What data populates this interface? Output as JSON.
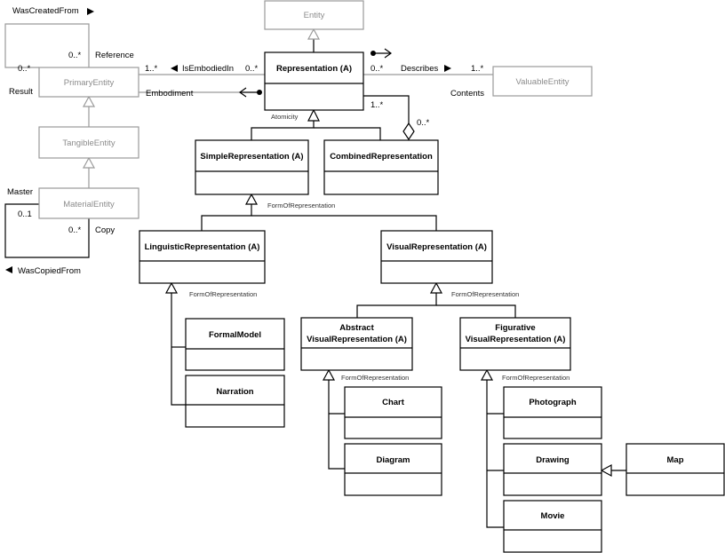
{
  "classes": {
    "entity": "Entity",
    "representation": "Representation (A)",
    "primary_entity": "PrimaryEntity",
    "valuable_entity": "ValuableEntity",
    "tangible_entity": "TangibleEntity",
    "material_entity": "MaterialEntity",
    "simple_representation": "SimpleRepresentation (A)",
    "combined_representation": "CombinedRepresentation",
    "linguistic_representation": "LinguisticRepresentation (A)",
    "visual_representation": "VisualRepresentation (A)",
    "formal_model": "FormalModel",
    "narration": "Narration",
    "abstract_visual_line1": "Abstract",
    "abstract_visual_line2": "VisualRepresentation (A)",
    "figurative_visual_line1": "Figurative",
    "figurative_visual_line2": "VisualRepresentation (A)",
    "chart": "Chart",
    "diagram": "Diagram",
    "photograph": "Photograph",
    "drawing": "Drawing",
    "map": "Map",
    "movie": "Movie"
  },
  "labels": {
    "was_created_from": "WasCreatedFrom",
    "reference": "Reference",
    "result": "Result",
    "mult_0_many_a": "0..*",
    "mult_0_many_b": "0..*",
    "mult_1_many_a": "1..*",
    "is_embodied_in": "IsEmbodiedIn",
    "mult_0_many_c": "0..*",
    "embodiment": "Embodiment",
    "mult_0_many_d": "0..*",
    "describes": "Describes",
    "mult_1_many_b": "1..*",
    "contents": "Contents",
    "mult_1_many_c": "1..*",
    "mult_0_many_e": "0..*",
    "atomicity": "Atomicity",
    "master": "Master",
    "mult_0_1": "0..1",
    "mult_0_many_f": "0..*",
    "copy": "Copy",
    "was_copied_from": "WasCopiedFrom",
    "form_of_representation_1": "FormOfRepresentation",
    "form_of_representation_2": "FormOfRepresentation",
    "form_of_representation_3": "FormOfRepresentation",
    "form_of_representation_4": "FormOfRepresentation",
    "form_of_representation_5": "FormOfRepresentation"
  }
}
